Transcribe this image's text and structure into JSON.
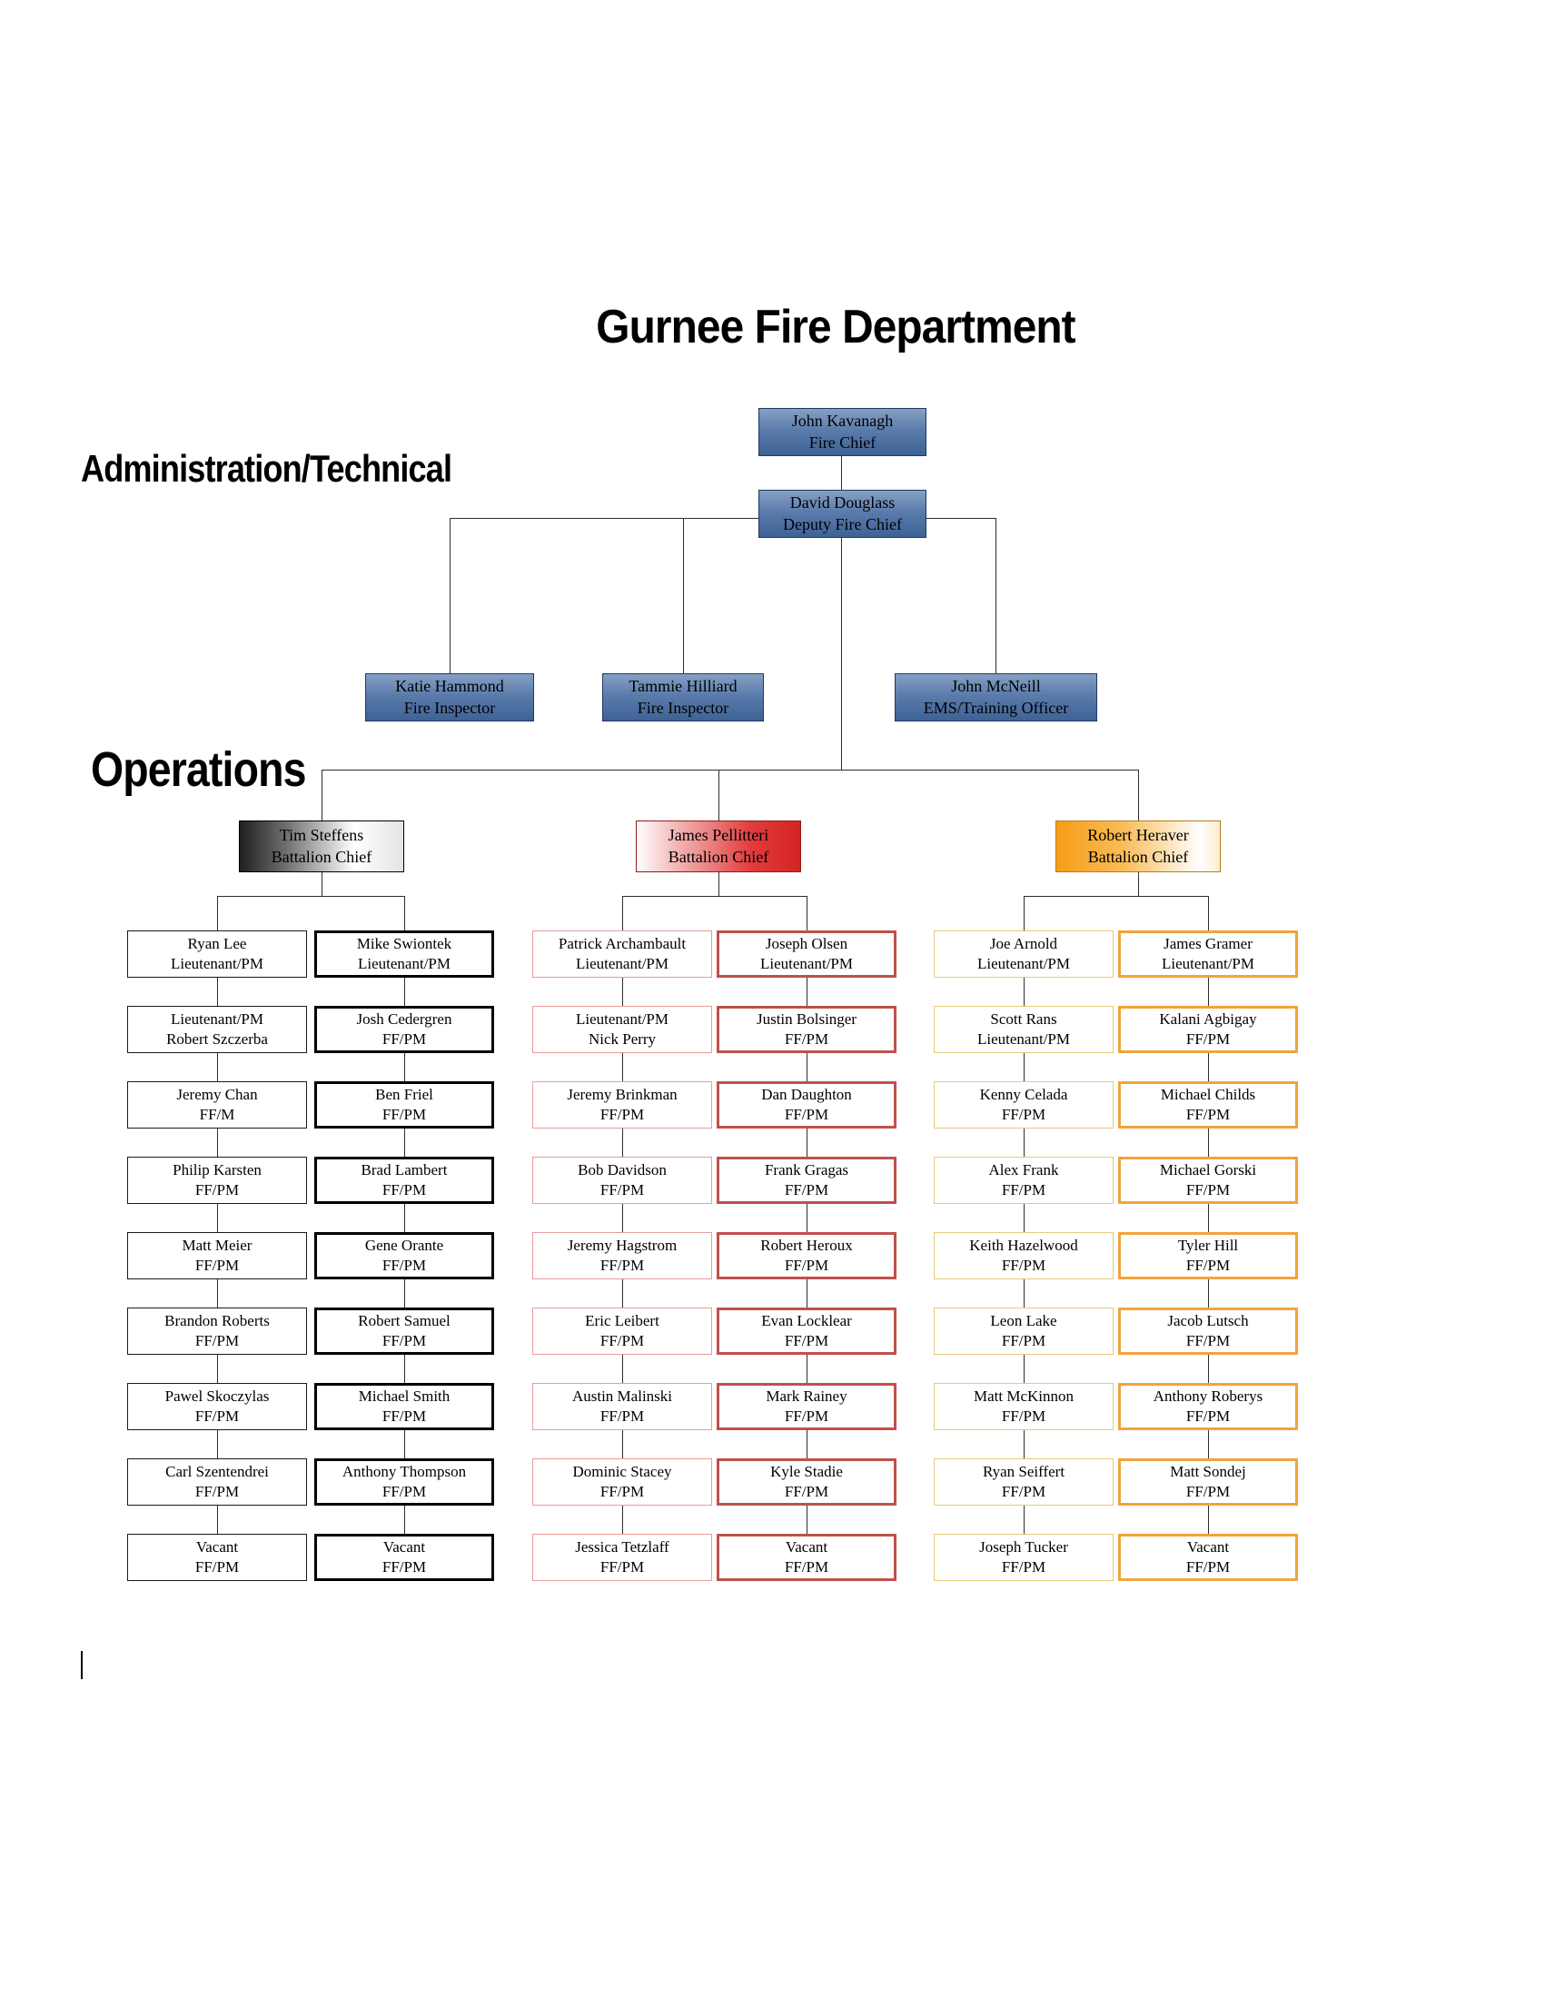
{
  "page": {
    "title": "Gurnee Fire Department"
  },
  "sections": {
    "admin_label": "Administration/Technical",
    "operations_label": "Operations"
  },
  "colors": {
    "admin_box_blue": "#5b7cab",
    "battalion_1_accent": "#000000",
    "battalion_2_accent": "#c0504d",
    "battalion_3_accent": "#f0a43c"
  },
  "administration": {
    "fire_chief": {
      "name": "John Kavanagh",
      "title": "Fire Chief"
    },
    "deputy_chief": {
      "name": "David Douglass",
      "title": "Deputy Fire Chief"
    },
    "staff": [
      {
        "name": "Katie Hammond",
        "title": "Fire Inspector"
      },
      {
        "name": "Tammie Hilliard",
        "title": "Fire Inspector"
      },
      {
        "name": "John McNeill",
        "title": "EMS/Training Officer"
      }
    ]
  },
  "operations": {
    "battalions": [
      {
        "chief": {
          "name": "Tim Steffens",
          "title": "Battalion Chief"
        },
        "columns": [
          {
            "members": [
              {
                "line1": "Ryan Lee",
                "line2": "Lieutenant/PM"
              },
              {
                "line1": "Lieutenant/PM",
                "line2": "Robert Szczerba"
              },
              {
                "line1": "Jeremy Chan",
                "line2": "FF/M"
              },
              {
                "line1": "Philip Karsten",
                "line2": "FF/PM"
              },
              {
                "line1": "Matt Meier",
                "line2": "FF/PM"
              },
              {
                "line1": "Brandon Roberts",
                "line2": "FF/PM"
              },
              {
                "line1": "Pawel Skoczylas",
                "line2": "FF/PM"
              },
              {
                "line1": "Carl Szentendrei",
                "line2": "FF/PM"
              },
              {
                "line1": "Vacant",
                "line2": "FF/PM"
              }
            ]
          },
          {
            "members": [
              {
                "line1": "Mike Swiontek",
                "line2": "Lieutenant/PM"
              },
              {
                "line1": "Josh Cedergren",
                "line2": "FF/PM"
              },
              {
                "line1": "Ben Friel",
                "line2": "FF/PM"
              },
              {
                "line1": "Brad Lambert",
                "line2": "FF/PM"
              },
              {
                "line1": "Gene Orante",
                "line2": "FF/PM"
              },
              {
                "line1": "Robert Samuel",
                "line2": "FF/PM"
              },
              {
                "line1": "Michael Smith",
                "line2": "FF/PM"
              },
              {
                "line1": "Anthony Thompson",
                "line2": "FF/PM"
              },
              {
                "line1": "Vacant",
                "line2": "FF/PM"
              }
            ]
          }
        ]
      },
      {
        "chief": {
          "name": "James Pellitteri",
          "title": "Battalion Chief"
        },
        "columns": [
          {
            "members": [
              {
                "line1": "Patrick Archambault",
                "line2": "Lieutenant/PM"
              },
              {
                "line1": "Lieutenant/PM",
                "line2": "Nick Perry"
              },
              {
                "line1": "Jeremy Brinkman",
                "line2": "FF/PM"
              },
              {
                "line1": "Bob Davidson",
                "line2": "FF/PM"
              },
              {
                "line1": "Jeremy Hagstrom",
                "line2": "FF/PM"
              },
              {
                "line1": "Eric Leibert",
                "line2": "FF/PM"
              },
              {
                "line1": "Austin Malinski",
                "line2": "FF/PM"
              },
              {
                "line1": "Dominic Stacey",
                "line2": "FF/PM"
              },
              {
                "line1": "Jessica Tetzlaff",
                "line2": "FF/PM"
              }
            ]
          },
          {
            "members": [
              {
                "line1": "Joseph Olsen",
                "line2": "Lieutenant/PM"
              },
              {
                "line1": "Justin Bolsinger",
                "line2": "FF/PM"
              },
              {
                "line1": "Dan Daughton",
                "line2": "FF/PM"
              },
              {
                "line1": "Frank Gragas",
                "line2": "FF/PM"
              },
              {
                "line1": "Robert Heroux",
                "line2": "FF/PM"
              },
              {
                "line1": "Evan Locklear",
                "line2": "FF/PM"
              },
              {
                "line1": "Mark Rainey",
                "line2": "FF/PM"
              },
              {
                "line1": "Kyle Stadie",
                "line2": "FF/PM"
              },
              {
                "line1": "Vacant",
                "line2": "FF/PM"
              }
            ]
          }
        ]
      },
      {
        "chief": {
          "name": "Robert Heraver",
          "title": "Battalion Chief"
        },
        "columns": [
          {
            "members": [
              {
                "line1": "Joe Arnold",
                "line2": "Lieutenant/PM"
              },
              {
                "line1": "Scott Rans",
                "line2": "Lieutenant/PM"
              },
              {
                "line1": "Kenny Celada",
                "line2": "FF/PM"
              },
              {
                "line1": "Alex Frank",
                "line2": "FF/PM"
              },
              {
                "line1": "Keith Hazelwood",
                "line2": "FF/PM"
              },
              {
                "line1": "Leon Lake",
                "line2": "FF/PM"
              },
              {
                "line1": "Matt McKinnon",
                "line2": "FF/PM"
              },
              {
                "line1": "Ryan Seiffert",
                "line2": "FF/PM"
              },
              {
                "line1": "Joseph Tucker",
                "line2": "FF/PM"
              }
            ]
          },
          {
            "members": [
              {
                "line1": "James Gramer",
                "line2": "Lieutenant/PM"
              },
              {
                "line1": "Kalani Agbigay",
                "line2": "FF/PM"
              },
              {
                "line1": "Michael Childs",
                "line2": "FF/PM"
              },
              {
                "line1": "Michael Gorski",
                "line2": "FF/PM"
              },
              {
                "line1": "Tyler Hill",
                "line2": "FF/PM"
              },
              {
                "line1": "Jacob Lutsch",
                "line2": "FF/PM"
              },
              {
                "line1": "Anthony Roberys",
                "line2": "FF/PM"
              },
              {
                "line1": "Matt Sondej",
                "line2": "FF/PM"
              },
              {
                "line1": "Vacant",
                "line2": "FF/PM"
              }
            ]
          }
        ]
      }
    ]
  }
}
